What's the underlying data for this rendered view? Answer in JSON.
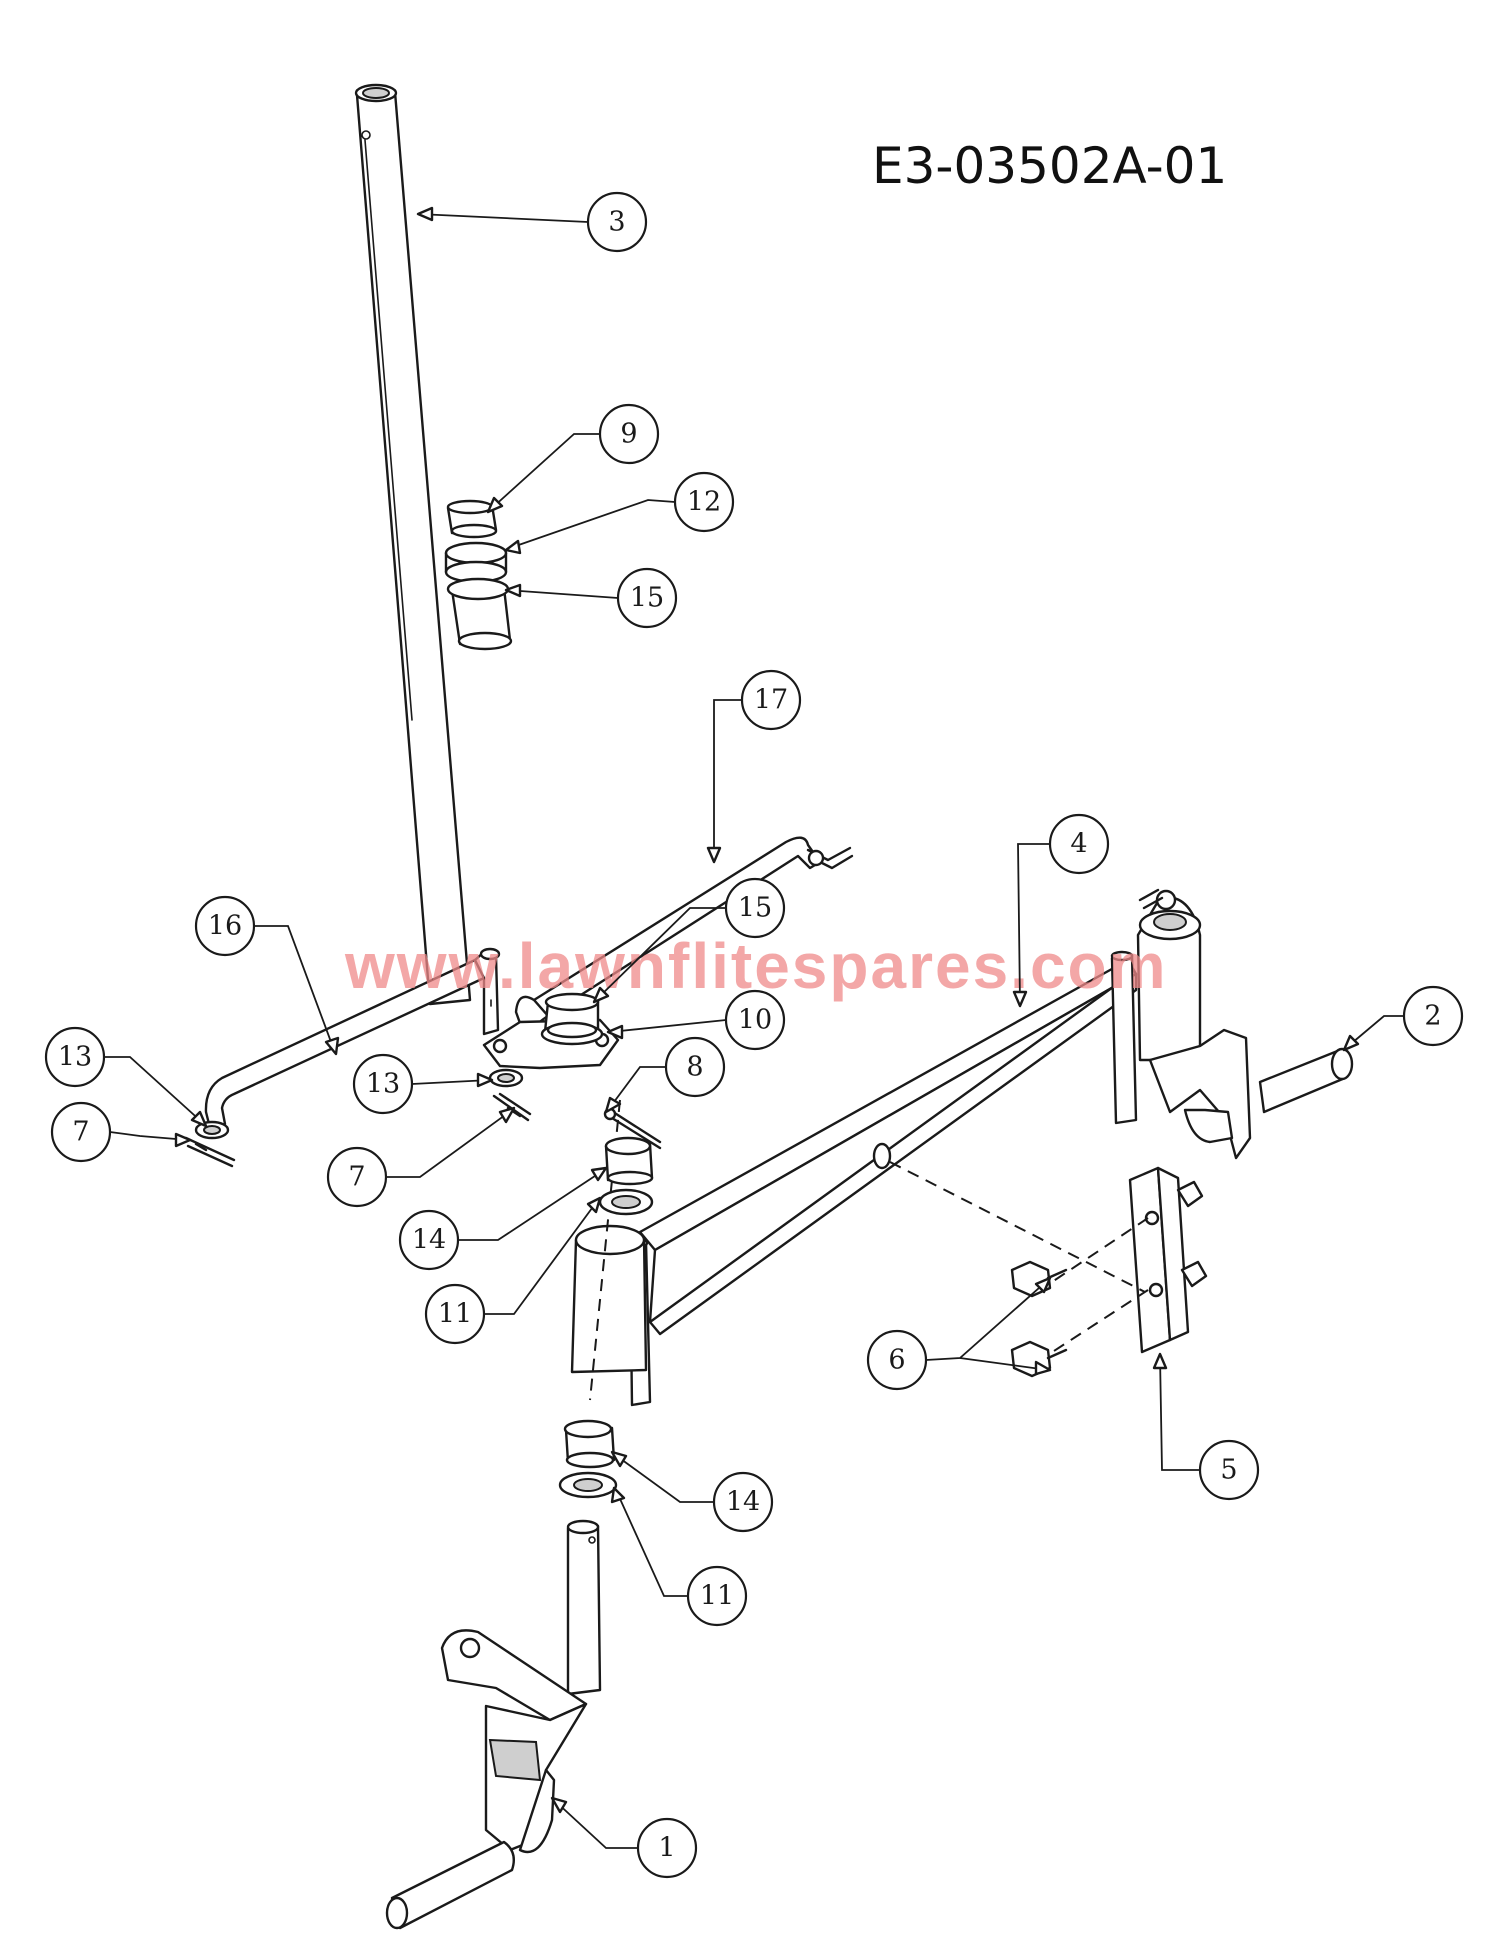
{
  "drawing_code": "E3-03502A-01",
  "watermark": "www.lawnflitespares.com",
  "callouts": [
    {
      "id": "c3",
      "label": "3"
    },
    {
      "id": "c9",
      "label": "9"
    },
    {
      "id": "c12",
      "label": "12"
    },
    {
      "id": "c15a",
      "label": "15"
    },
    {
      "id": "c17",
      "label": "17"
    },
    {
      "id": "c4",
      "label": "4"
    },
    {
      "id": "c16",
      "label": "16"
    },
    {
      "id": "c15b",
      "label": "15"
    },
    {
      "id": "c10",
      "label": "10"
    },
    {
      "id": "c2",
      "label": "2"
    },
    {
      "id": "c13a",
      "label": "13"
    },
    {
      "id": "c13b",
      "label": "13"
    },
    {
      "id": "c8",
      "label": "8"
    },
    {
      "id": "c7a",
      "label": "7"
    },
    {
      "id": "c7b",
      "label": "7"
    },
    {
      "id": "c14a",
      "label": "14"
    },
    {
      "id": "c11a",
      "label": "11"
    },
    {
      "id": "c6",
      "label": "6"
    },
    {
      "id": "c5",
      "label": "5"
    },
    {
      "id": "c14b",
      "label": "14"
    },
    {
      "id": "c11b",
      "label": "11"
    },
    {
      "id": "c1",
      "label": "1"
    }
  ]
}
